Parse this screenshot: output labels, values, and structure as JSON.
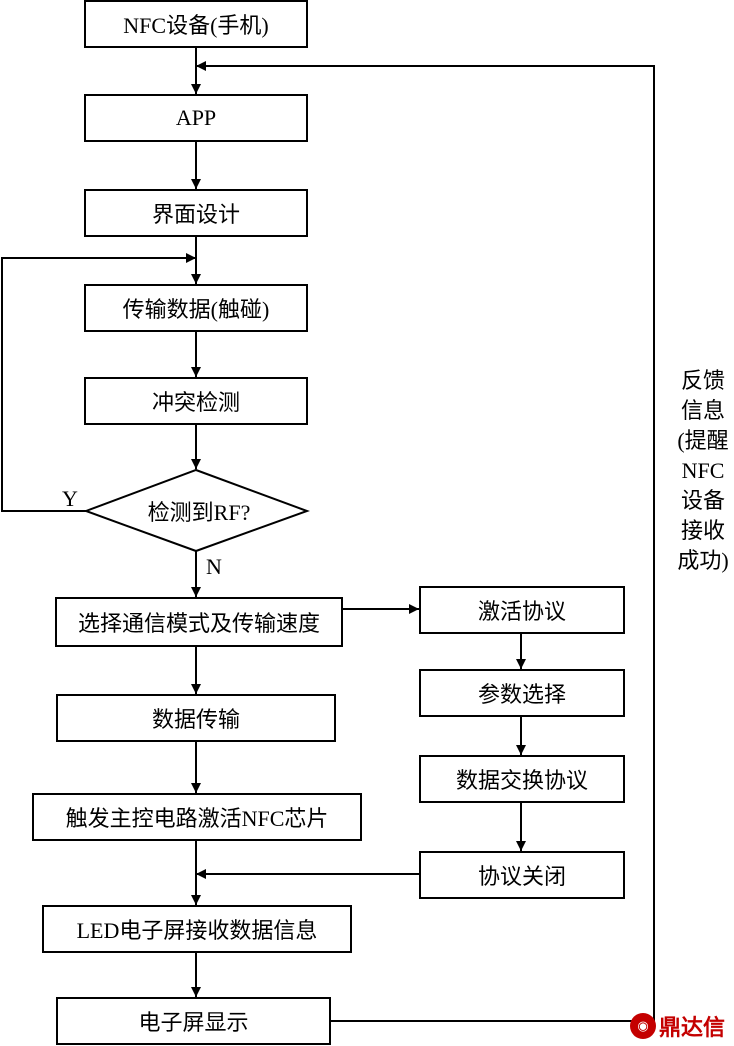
{
  "flow": {
    "nfc_device": "NFC设备(手机)",
    "app": "APP",
    "ui_design": "界面设计",
    "transmit_touch": "传输数据(触碰)",
    "collision_detect": "冲突检测",
    "decision": "检测到RF?",
    "yes": "Y",
    "no": "N",
    "select_mode": "选择通信模式及传输速度",
    "data_transfer": "数据传输",
    "trigger_chip": "触发主控电路激活NFC芯片",
    "led_receive": "LED电子屏接收数据信息",
    "display": "电子屏显示"
  },
  "protocol": {
    "activate": "激活协议",
    "param_select": "参数选择",
    "exchange": "数据交换协议",
    "close": "协议关闭"
  },
  "feedback": {
    "lines": [
      "反馈",
      "信息",
      "(提醒",
      "NFC",
      "设备",
      "接收",
      "成功)"
    ]
  },
  "watermark": {
    "brand": "鼎达信"
  }
}
